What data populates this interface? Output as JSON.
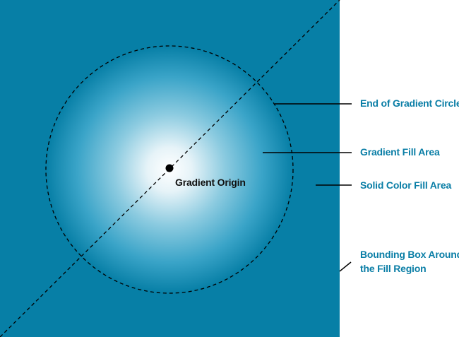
{
  "labels": {
    "gradient_origin": "Gradient Origin",
    "end_circle": "End of Gradient Circle",
    "gradient_fill_area": "Gradient Fill Area",
    "solid_fill_area": "Solid Color Fill Area",
    "bounding_box_line1": "Bounding Box Around",
    "bounding_box_line2": "the Fill Region"
  },
  "colors": {
    "fill_solid": "#077fa6",
    "gradient_center": "#ffffff",
    "label_text": "#0a7ea6",
    "leader_line": "#000000",
    "dashed_line": "#000000"
  }
}
